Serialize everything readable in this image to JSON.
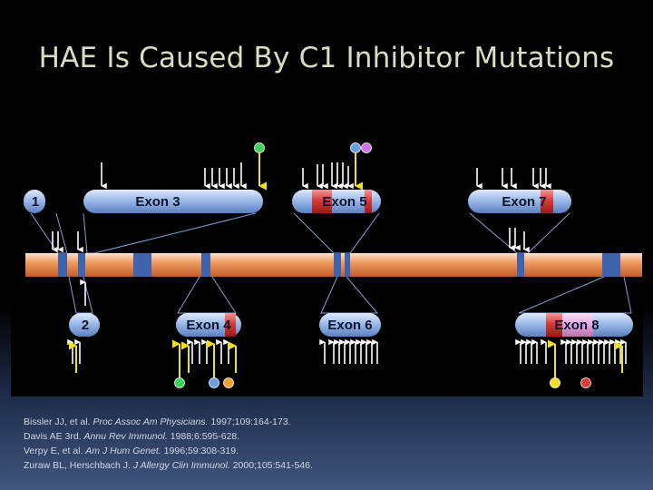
{
  "slide": {
    "title": "HAE Is Caused By C1 Inhibitor Mutations"
  },
  "gene_diagram": {
    "exon_labels": [
      "1",
      "Exon 3",
      "Exon 5",
      "Exon 7",
      "2",
      "Exon 4",
      "Exon 6",
      "Exon 8"
    ]
  },
  "references": [
    {
      "authors": "Bissler JJ, et al.",
      "journal": "Proc Assoc Am Physicians.",
      "details": "1997;109:164-173."
    },
    {
      "authors": "Davis AE 3rd.",
      "journal": "Annu Rev Immunol.",
      "details": "1988;6:595-628."
    },
    {
      "authors": "Verpy E, et al.",
      "journal": "Am J Hum Genet.",
      "details": "1996;59:308-319."
    },
    {
      "authors": "Zuraw BL, Herschbach J.",
      "journal": "J Allergy Clin Immunol.",
      "details": "2000;105:541-546."
    }
  ],
  "colors": {
    "title": "#dcdcc6",
    "gene_bar": "#e98a55",
    "exon_block": "#3f63ad",
    "exon_pill": "#8fb0e4",
    "mutation_red": "#d42a2a",
    "mutation_pink": "#e6a0d8",
    "marker_yellow": "#f2e21a",
    "marker_green": "#3dd35a",
    "marker_blue": "#6c9ee8",
    "marker_magenta": "#d070e6",
    "marker_orange": "#f0a030"
  }
}
